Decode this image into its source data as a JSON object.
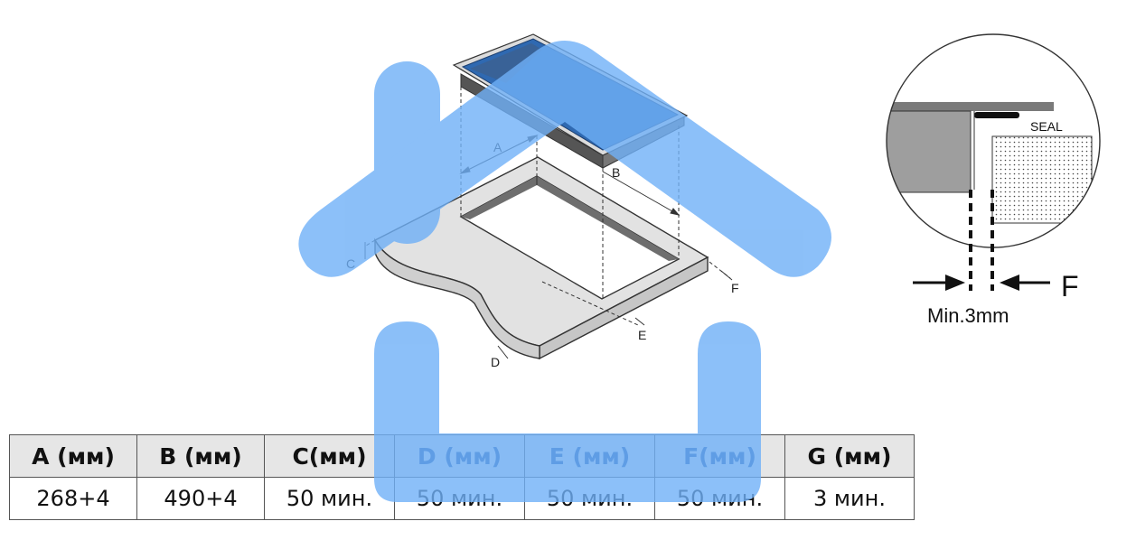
{
  "labels": {
    "a": "A",
    "b": "B",
    "c": "C",
    "d": "D",
    "e": "E",
    "f_small": "F",
    "f_large": "F",
    "seal": "SEAL",
    "min_gap": "Min.3mm"
  },
  "table": {
    "headers": [
      "A (мм)",
      "B (мм)",
      "C(мм)",
      "D (мм)",
      "E (мм)",
      "F(мм)",
      "G (мм)"
    ],
    "values": [
      "268+4",
      "490+4",
      "50 мин.",
      "50 мин.",
      "50 мин.",
      "50 мин.",
      "3 мин."
    ]
  },
  "colors": {
    "watermark": "#6fb0f7",
    "hob_top": "#2f69b1",
    "counter_top": "#e2e2e2",
    "counter_side": "#bdbdbd",
    "cut_wall": "#6e6e6e"
  }
}
